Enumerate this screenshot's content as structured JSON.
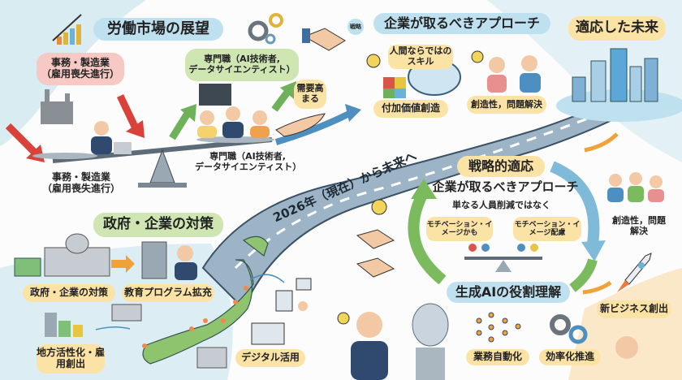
{
  "labor_market": {
    "title": "労働市場の展望",
    "declining_line1": "事務・製造業",
    "declining_line2": "（雇用喪失進行）",
    "growing_line1": "専門職（AI技術者,",
    "growing_line2": "データサイエンティスト）",
    "demand": "需要高まる",
    "scale_left_line1": "事務・製造業",
    "scale_left_line2": "（雇用喪失進行）",
    "scale_right_line1": "専門職（AI技術者,",
    "scale_right_line2": "データサイエンティスト）"
  },
  "strategy_bubble": "戦略",
  "approach": {
    "title": "企業が取るべきアプローチ",
    "human_skills": "人間ならではのスキル",
    "value_creation": "付加価値創造",
    "creativity": "創造性，問題解決"
  },
  "future": {
    "title": "適応した未来"
  },
  "road_label": "2026年（現在）から未来へ",
  "strategic_adaptation": {
    "title": "戦略的適応",
    "subtitle": "企業が取るべきアプローチ",
    "note": "単なる人員削減ではなく",
    "left_label": "モチベーション・イメージかも",
    "right_label": "モチベーション・イメージ配慮",
    "ai_role": "生成AIの役割理解",
    "automation": "業務自動化",
    "efficiency": "効率化推進"
  },
  "right_side": {
    "creativity": "創造性，問題解決",
    "new_business": "新ビジネス創出"
  },
  "government": {
    "title": "政府・企業の対策",
    "measures": "政府・企業の対策",
    "education": "教育プログラム拡充",
    "regional": "地方活性化・雇用創出",
    "digital": "デジタル活用"
  },
  "colors": {
    "blue_pill": "#bfe1ef",
    "pink_pill": "#f6c9c4",
    "green_pill": "#cfe6b3",
    "yellow_pill": "#fbe3a6",
    "road": "#8fa8bd",
    "down_arrow": "#d9413a",
    "up_arrow": "#6fb05a"
  }
}
